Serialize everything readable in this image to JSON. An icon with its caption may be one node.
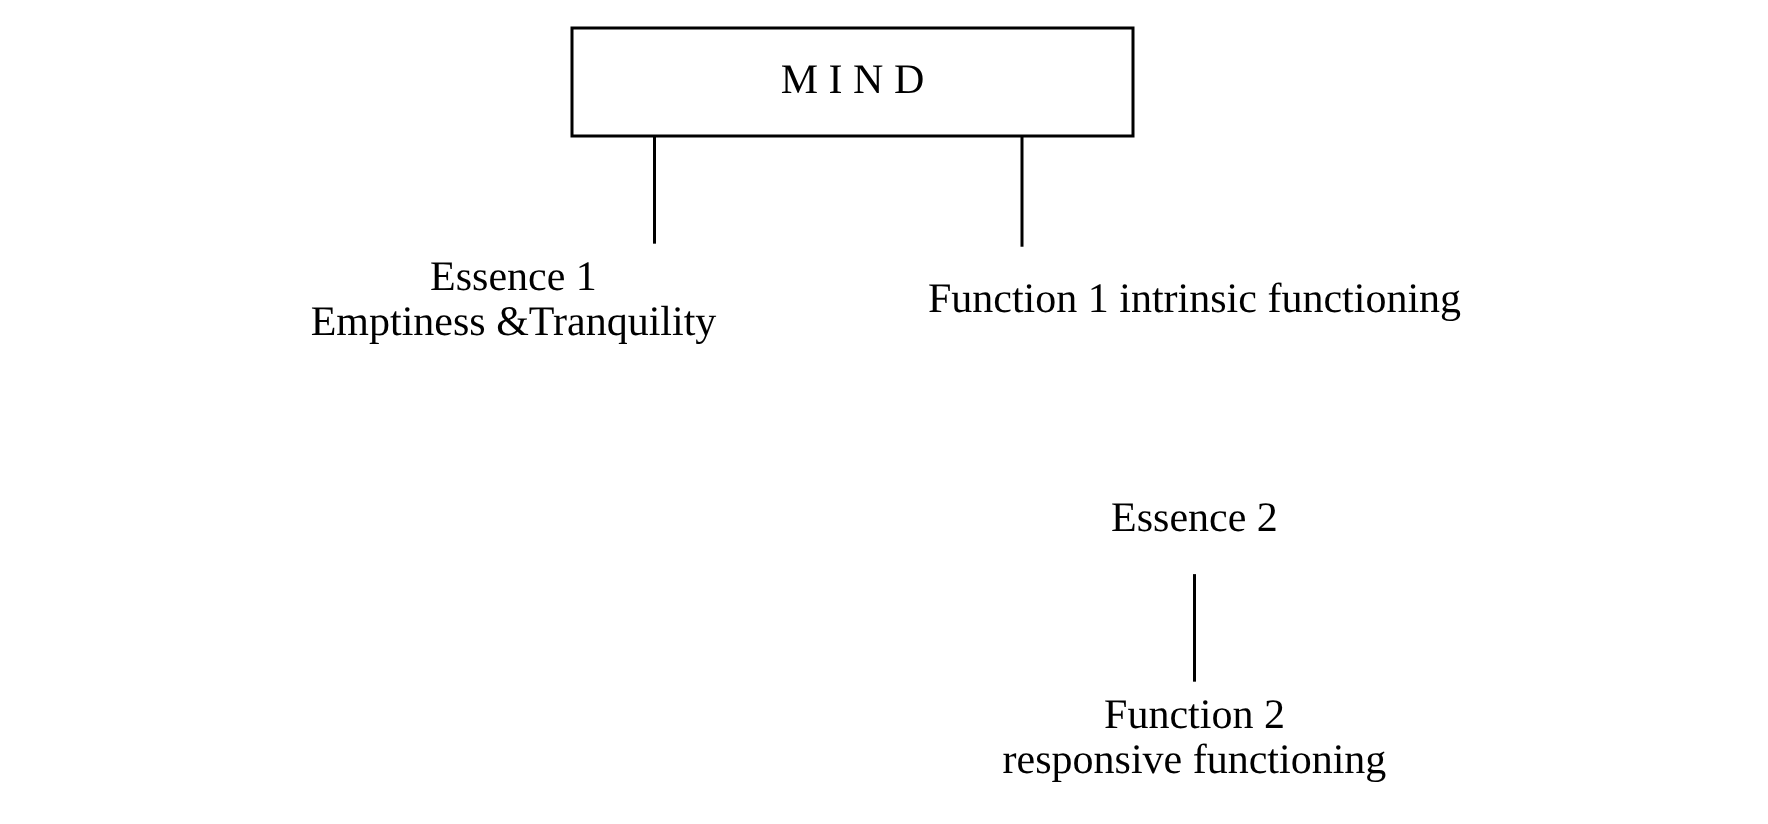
{
  "diagram": {
    "nodes": [
      {
        "text": [
          "M I N D"
        ]
      },
      {
        "text": [
          "Essence 1",
          "Emptiness &Tranquility"
        ]
      },
      {
        "text": [
          "Function 1 intrinsic functioning"
        ]
      },
      {
        "text": [
          "Essence 2"
        ]
      },
      {
        "text": [
          "Function 2",
          "responsive functioning"
        ]
      }
    ],
    "edges": [
      {
        "from": 0,
        "to": 1,
        "arrow": "none"
      },
      {
        "from": 0,
        "to": 2,
        "arrow": "none"
      },
      {
        "from": 3,
        "to": 4,
        "arrow": "none"
      }
    ]
  }
}
